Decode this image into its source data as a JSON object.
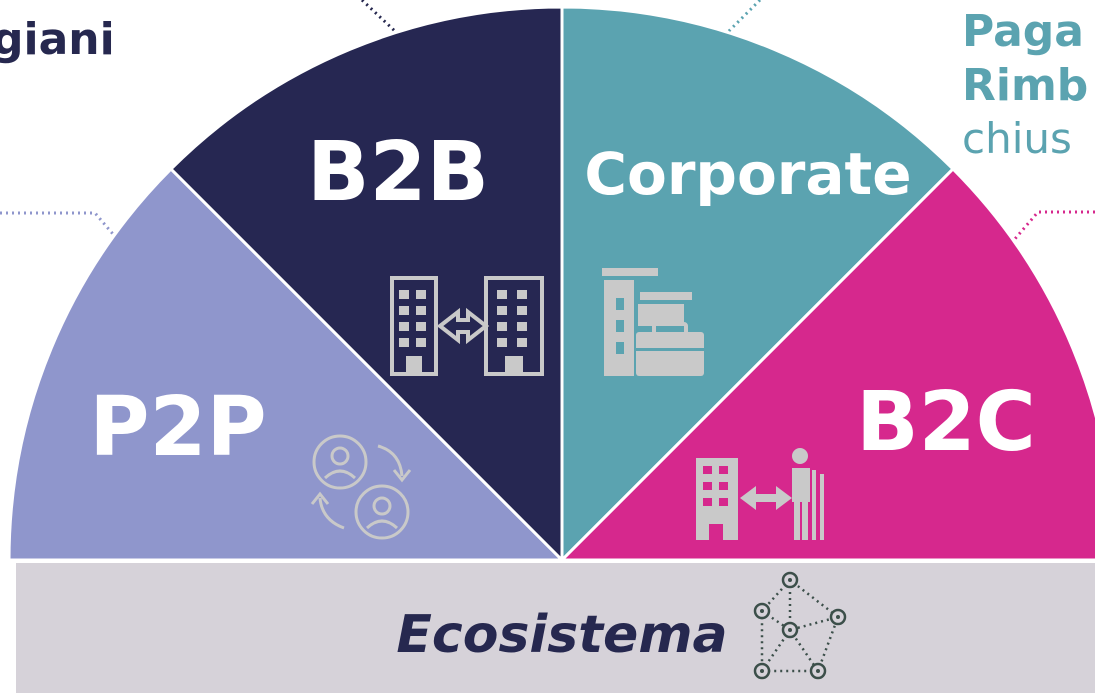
{
  "segments": [
    {
      "id": "p2p",
      "label": "P2P",
      "color": "#8f96cc",
      "icon": "people-exchange-icon"
    },
    {
      "id": "b2b",
      "label": "B2B",
      "color": "#262752",
      "icon": "building-to-building-icon"
    },
    {
      "id": "corporate",
      "label": "Corporate",
      "color": "#5ba3b0",
      "icon": "building-briefcase-icon"
    },
    {
      "id": "b2c",
      "label": "B2C",
      "color": "#d6288d",
      "icon": "building-to-person-icon"
    }
  ],
  "base": {
    "label": "Ecosistema",
    "color": "#d6d2d9",
    "text_color": "#26284f",
    "icon": "network-icon"
  },
  "edge_labels": {
    "left": "giani",
    "right_line1": "Paga",
    "right_line2": "Rimb",
    "right_line3": "chius"
  },
  "icon_color": "#c9c9c9"
}
